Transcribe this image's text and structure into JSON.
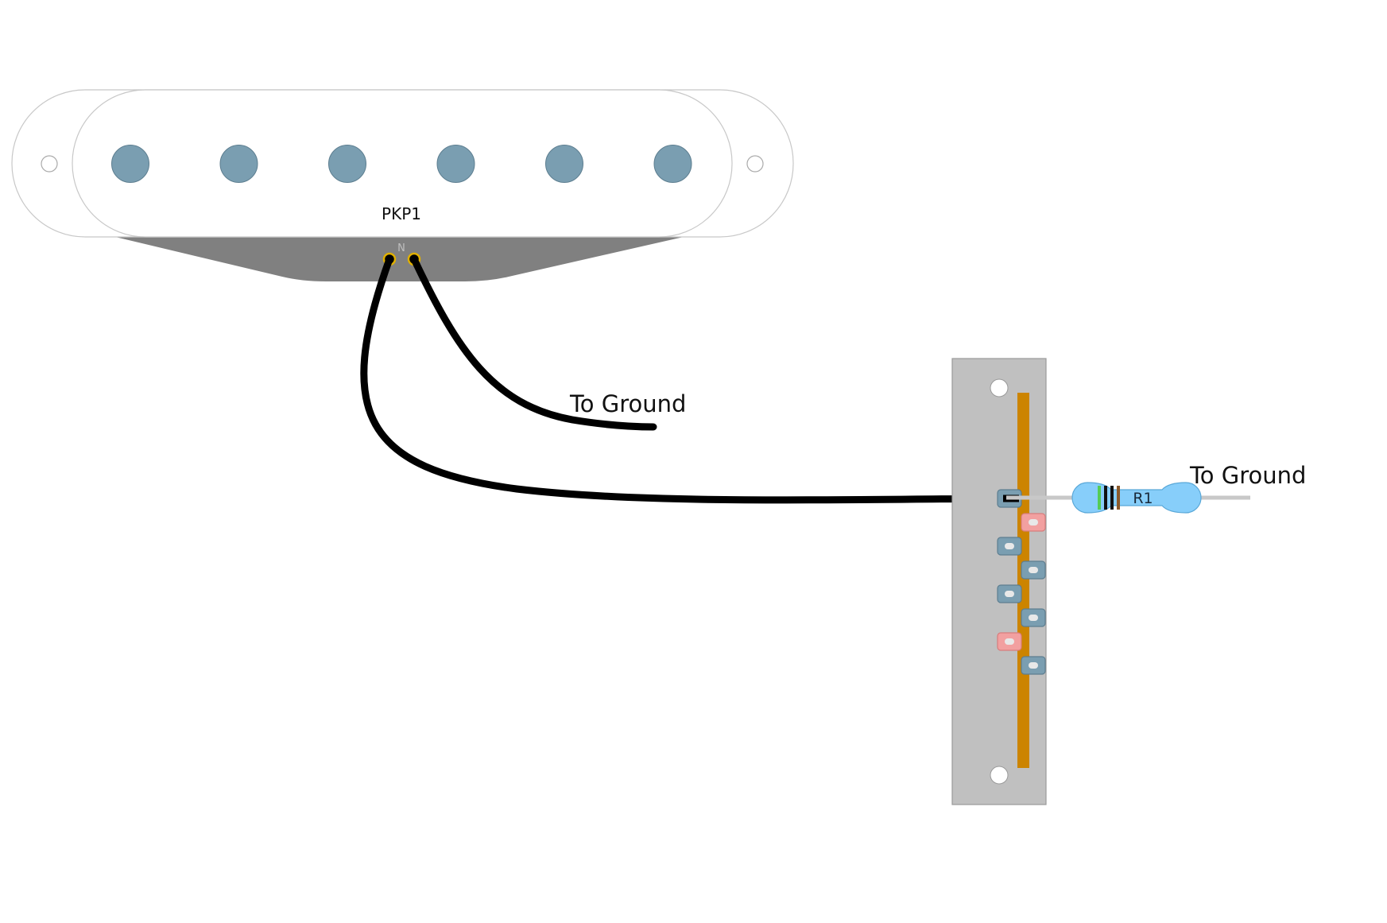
{
  "pickup": {
    "label": "PKP1",
    "lead_label": "N",
    "pole_count": 6
  },
  "resistor": {
    "label": "R1",
    "bands": [
      "green",
      "black",
      "black",
      "brown"
    ]
  },
  "annotations": {
    "pickup_ground": "To Ground",
    "resistor_ground": "To Ground"
  },
  "colors": {
    "pickup_body": "#ffffff",
    "pickup_outline": "#c8c8c8",
    "pole_piece": "#7a9eb1",
    "pickup_base": "#808080",
    "wire": "#000000",
    "solder_ring": "#e0b000",
    "switch_plate": "#c0c0c0",
    "switch_slot": "#cc8400",
    "lug_blue": "#7a9eb1",
    "lug_red": "#f2a0a0",
    "resistor_body": "#87cefa",
    "resistor_lead": "#c8c8c8"
  },
  "switch": {
    "lugs": [
      "blue",
      "red",
      "blue",
      "blue",
      "blue",
      "blue",
      "red",
      "blue"
    ]
  }
}
